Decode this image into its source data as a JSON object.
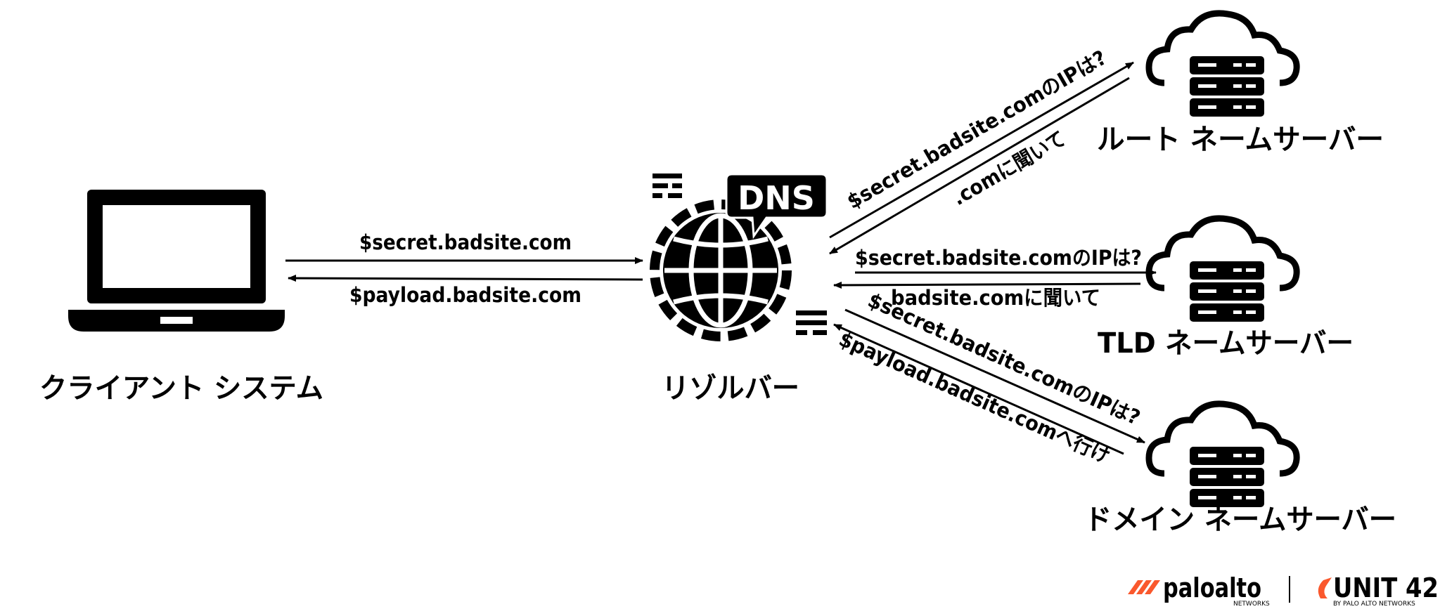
{
  "nodes": {
    "client": "クライアント システム",
    "resolver": "リゾルバー",
    "root": "ルート ネームサーバー",
    "tld": "TLD ネームサーバー",
    "domain": "ドメイン ネームサーバー"
  },
  "icons": {
    "client": "laptop-icon",
    "resolver": "dns-globe-icon",
    "server": "cloud-server-icon"
  },
  "edges": {
    "client_to_resolver": "$secret.badsite.com",
    "resolver_to_client": "$payload.badsite.com",
    "resolver_to_root": "$secret.badsite.comのIPは?",
    "root_to_resolver": ".comに聞いて",
    "resolver_to_tld": "$secret.badsite.comのIPは?",
    "tld_to_resolver": "badsite.comに聞いて",
    "resolver_to_domain": "$secret.badsite.comのIPは?",
    "domain_to_resolver": "$payload.badsite.comへ行け"
  },
  "footer": {
    "brand1": "paloalto",
    "brand1_sub": "NETWORKS",
    "brand2": "UNIT 42",
    "brand2_sub": "BY PALO ALTO NETWORKS",
    "brand1_color": "#fa582d",
    "brand2_color": "#fa582d"
  },
  "arrow_color": "#000000"
}
